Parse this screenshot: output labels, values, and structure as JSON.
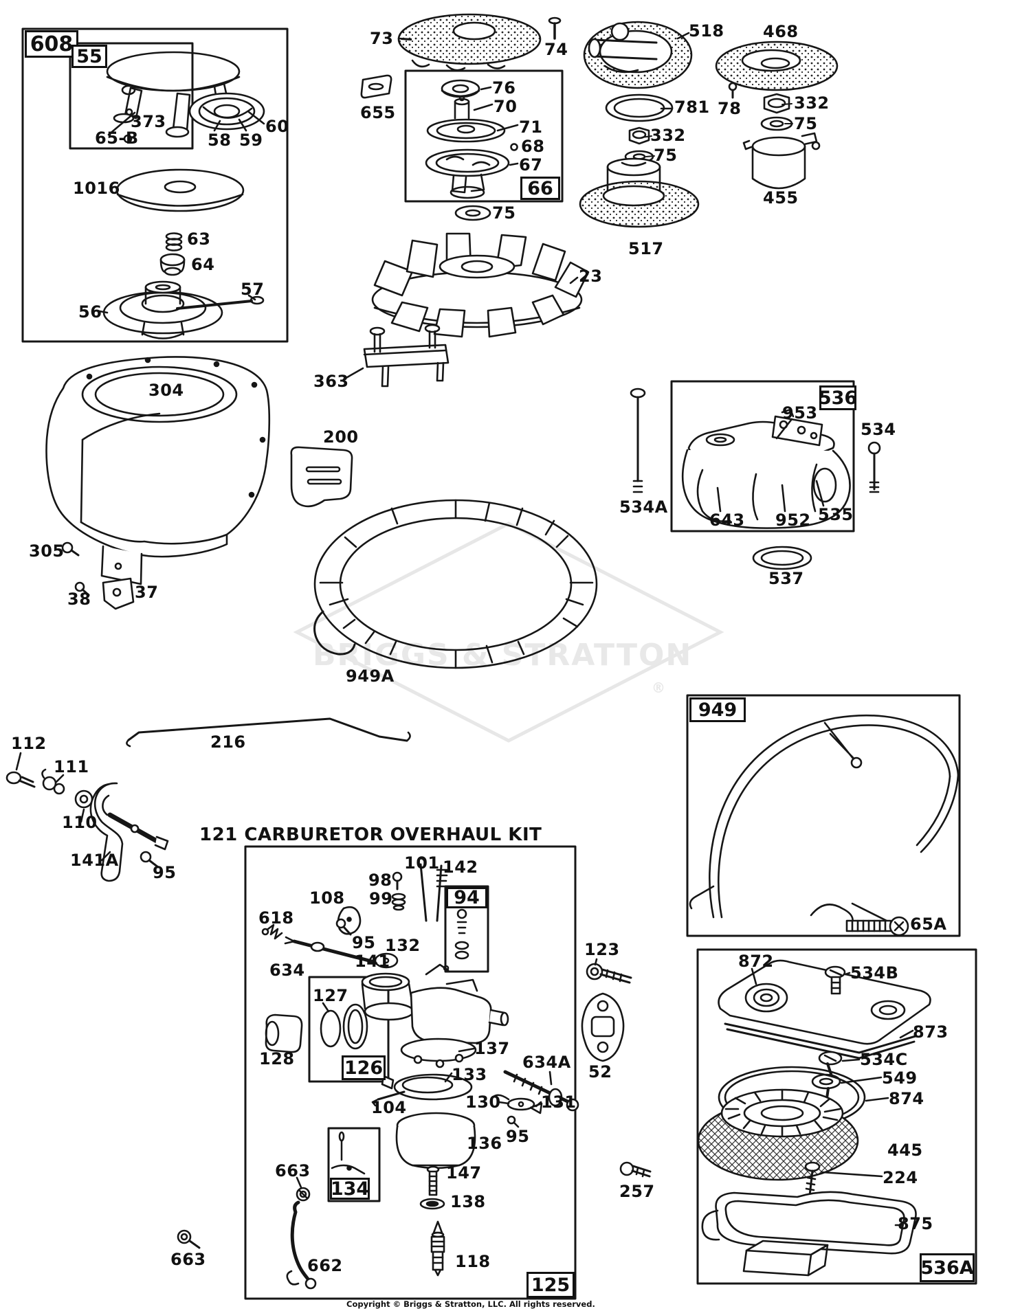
{
  "title": "121 CARBURETOR OVERHAUL KIT",
  "copyright": "Copyright © Briggs & Stratton, LLC. All rights reserved.",
  "watermark": {
    "text": "BRIGGS & STRATTON",
    "reg": "®"
  },
  "boxes": {
    "b608": "608",
    "b55": "55",
    "b66": "66",
    "b536": "536",
    "b949": "949",
    "b125": "125",
    "b126": "126",
    "b134": "134",
    "b94": "94",
    "b536A": "536A"
  },
  "parts": {
    "p373": "373",
    "p65B": "65-B",
    "p58": "58",
    "p59": "59",
    "p60": "60",
    "p1016": "1016",
    "p63": "63",
    "p64": "64",
    "p56": "56",
    "p57": "57",
    "p73": "73",
    "p74": "74",
    "p655": "655",
    "p76": "76",
    "p70": "70",
    "p71": "71",
    "p68": "68",
    "p67": "67",
    "p75a": "75",
    "p23": "23",
    "p363": "363",
    "p518": "518",
    "p468": "468",
    "p781": "781",
    "p78": "78",
    "p332a": "332",
    "p75b": "75",
    "p332b": "332",
    "p75c": "75",
    "p455": "455",
    "p517": "517",
    "p304": "304",
    "p305": "305",
    "p38": "38",
    "p37": "37",
    "p200": "200",
    "p534A": "534A",
    "p953": "953",
    "p643": "643",
    "p952": "952",
    "p535": "535",
    "p534": "534",
    "p537": "537",
    "p949A": "949A",
    "p216": "216",
    "p112": "112",
    "p111": "111",
    "p110": "110",
    "p141A": "141A",
    "p95a": "95",
    "p101": "101",
    "p142": "142",
    "p98": "98",
    "p99": "99",
    "p108": "108",
    "p618": "618",
    "p95b": "95",
    "p132": "132",
    "p141": "141",
    "p634": "634",
    "p127": "127",
    "p128": "128",
    "p137": "137",
    "p133": "133",
    "p634A": "634A",
    "p104": "104",
    "p130": "130",
    "p131": "131",
    "p95c": "95",
    "p136": "136",
    "p147": "147",
    "p138": "138",
    "p663a": "663",
    "p662": "662",
    "p663b": "663",
    "p118": "118",
    "p123": "123",
    "p52": "52",
    "p257": "257",
    "p65A": "65A",
    "p872": "872",
    "p534B": "534B",
    "p873": "873",
    "p534C": "534C",
    "p549": "549",
    "p874": "874",
    "p445": "445",
    "p224": "224",
    "p875": "875"
  }
}
